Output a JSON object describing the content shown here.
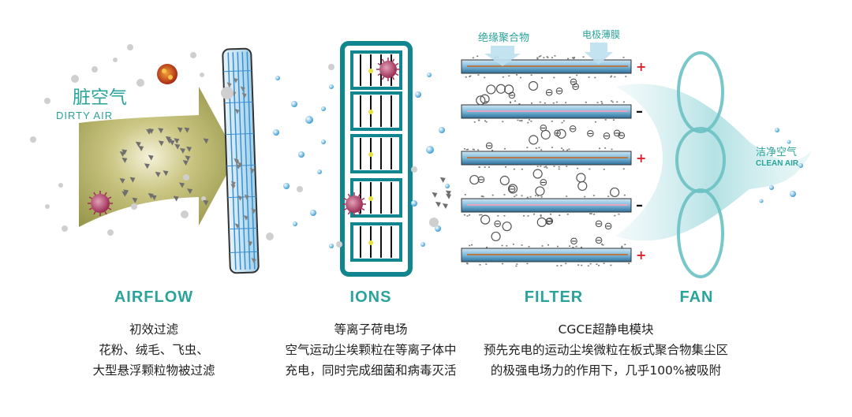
{
  "colors": {
    "accent": "#2aa39a",
    "airflow_green": "#8f8f3a",
    "frame_teal": "#12868f",
    "panel_blue": "#5aaed4",
    "positive": "#e0202a"
  },
  "labels": {
    "dirty_air_cn": "脏空气",
    "dirty_air_en": "DIRTY AIR",
    "clean_air_cn": "洁净空气",
    "clean_air_en": "CLEAN AIR",
    "insulating_polymer": "绝缘聚合物",
    "electrode_film": "电极薄膜",
    "plus_sign": "+",
    "minus_sign": "–",
    "ion_sign": "⊖"
  },
  "stages": [
    {
      "title": "AIRFLOW",
      "lines": [
        "初效过滤",
        "花粉、绒毛、飞虫、",
        "大型悬浮颗粒物被过滤"
      ]
    },
    {
      "title": "IONS",
      "lines": [
        "等离子荷电场",
        "空气运动尘埃颗粒在等离子体中",
        "充电，同时完成细菌和病毒灭活"
      ]
    },
    {
      "title": "FILTER",
      "lines": [
        "CGCE超静电模块",
        "预先充电的运动尘埃微粒在板式聚合物集尘区",
        "的极强电场力的作用下，几乎100%被吸附"
      ]
    },
    {
      "title": "FAN",
      "lines": []
    }
  ],
  "icons": [
    "virus-icon",
    "bacteria-icon",
    "ion-icon",
    "fan-icon",
    "arrow-icon"
  ]
}
